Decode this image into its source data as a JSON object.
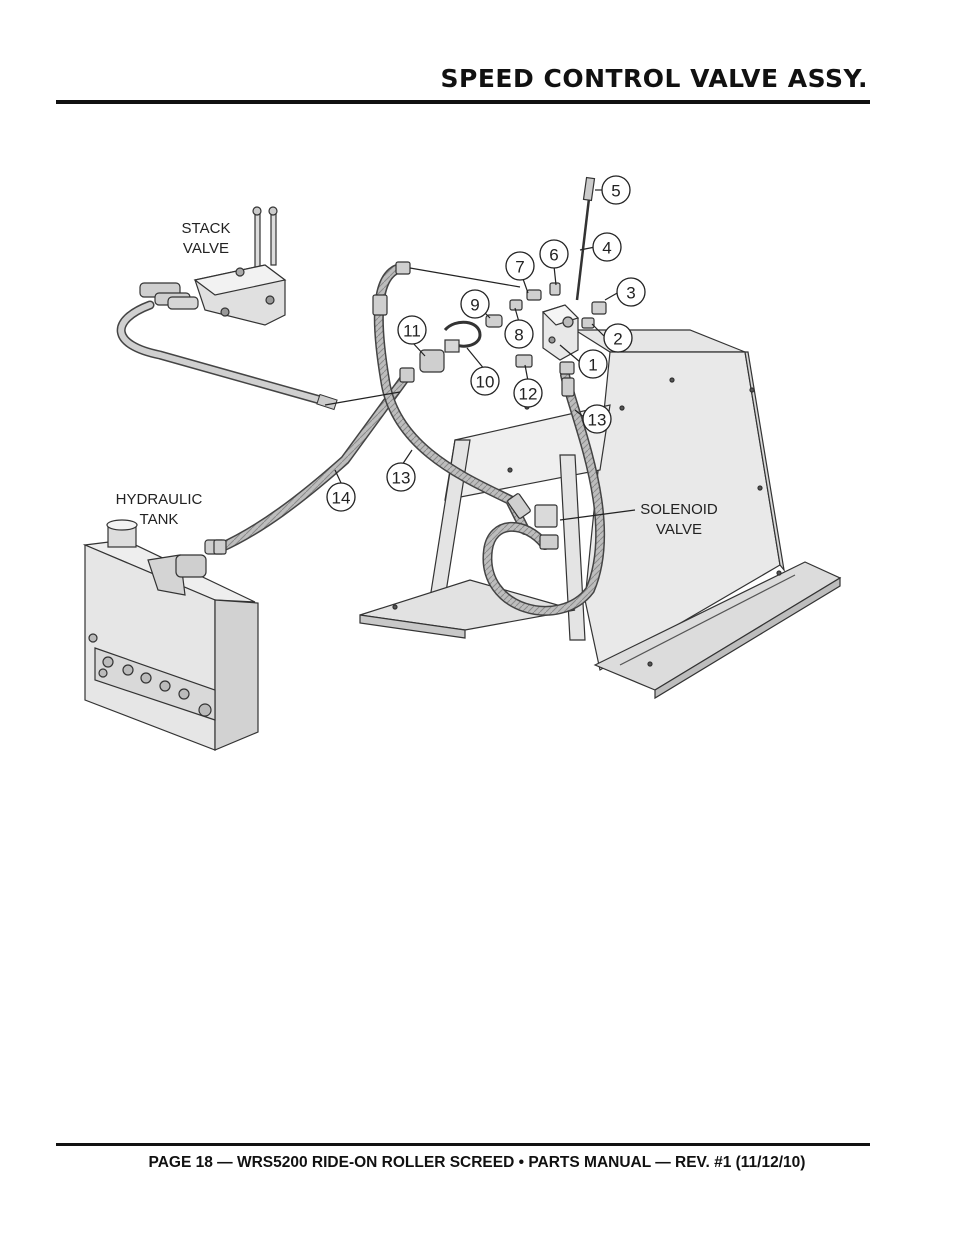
{
  "header": {
    "title": "SPEED CONTROL VALVE ASSY."
  },
  "labels": {
    "stack_valve_line1": "STACK",
    "stack_valve_line2": "VALVE",
    "hydraulic_tank_line1": "HYDRAULIC",
    "hydraulic_tank_line2": "TANK",
    "solenoid_valve_line1": "SOLENOID",
    "solenoid_valve_line2": "VALVE"
  },
  "callouts": {
    "c1": "1",
    "c2": "2",
    "c3": "3",
    "c4": "4",
    "c5": "5",
    "c6": "6",
    "c7": "7",
    "c8": "8",
    "c9": "9",
    "c10": "10",
    "c11": "11",
    "c12": "12",
    "c13a": "13",
    "c13b": "13",
    "c14": "14"
  },
  "footer": {
    "text": "PAGE 18 — WRS5200 RIDE-ON ROLLER SCREED • PARTS MANUAL — REV. #1 (11/12/10)"
  }
}
